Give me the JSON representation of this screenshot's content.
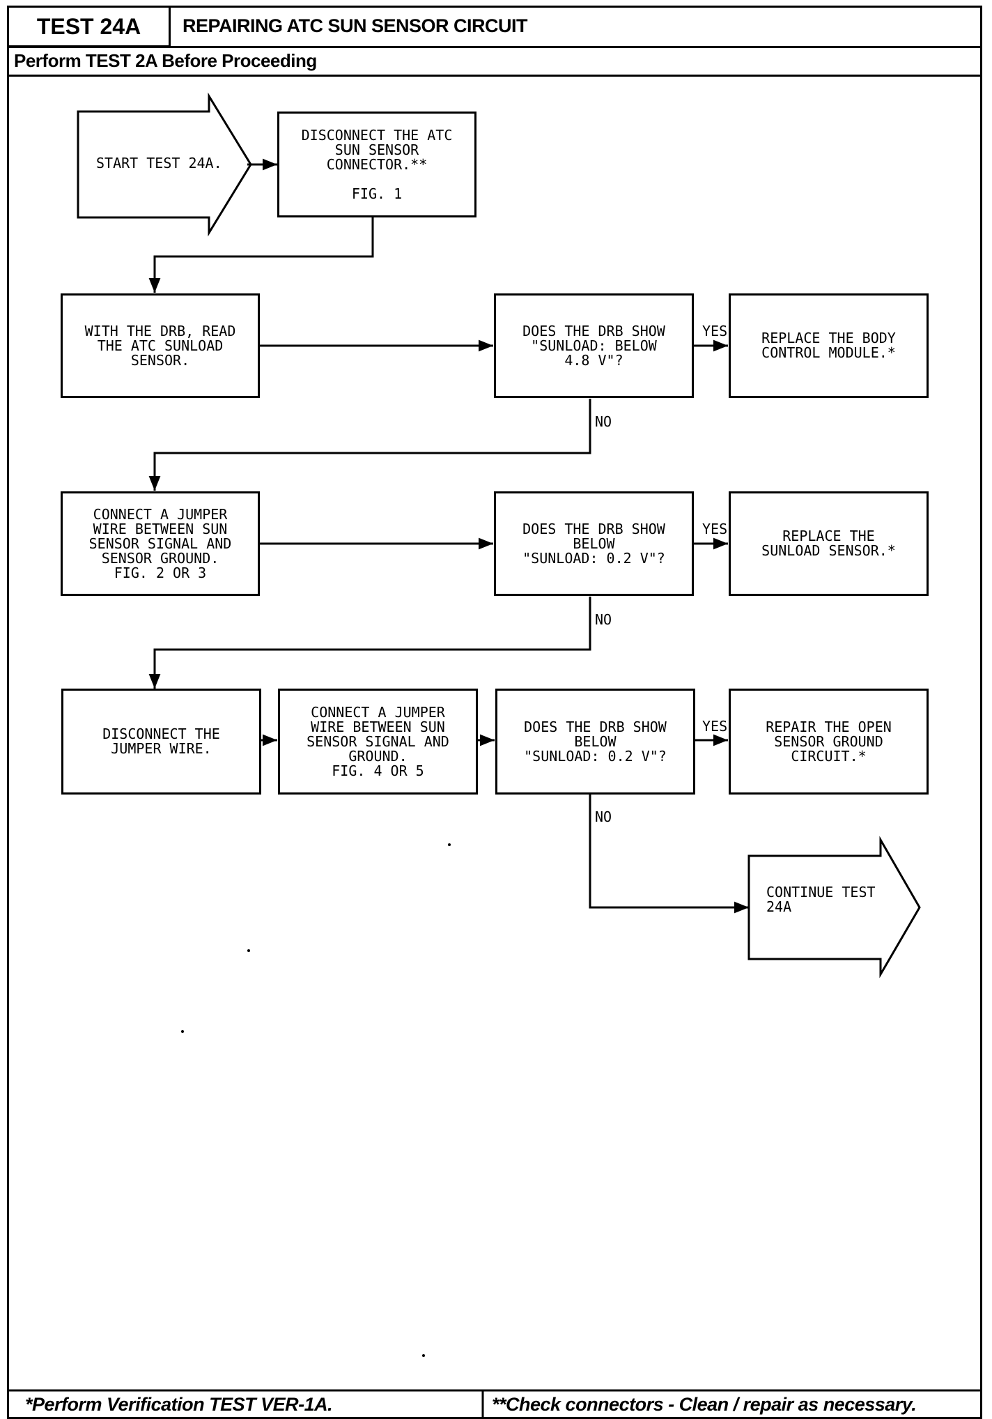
{
  "header": {
    "test_number": "TEST 24A",
    "title": "REPAIRING ATC SUN SENSOR CIRCUIT",
    "prerequisite": "Perform TEST 2A Before Proceeding"
  },
  "flowchart": {
    "start": "START TEST 24A.",
    "step1": "DISCONNECT THE ATC\nSUN SENSOR\nCONNECTOR.**\n\nFIG. 1",
    "step2": "WITH THE DRB, READ\nTHE ATC SUNLOAD\nSENSOR.",
    "q1": "DOES THE DRB SHOW\n\"SUNLOAD: BELOW\n4.8 V\"?",
    "a1": "REPLACE THE BODY\nCONTROL MODULE.*",
    "step3": "CONNECT A JUMPER\nWIRE BETWEEN SUN\nSENSOR SIGNAL AND\nSENSOR GROUND.\nFIG. 2 OR 3",
    "q2": "DOES THE DRB SHOW\nBELOW\n\"SUNLOAD: 0.2 V\"?",
    "a2": "REPLACE THE\nSUNLOAD SENSOR.*",
    "step4": "DISCONNECT THE\nJUMPER WIRE.",
    "step5": "CONNECT A JUMPER\nWIRE BETWEEN SUN\nSENSOR SIGNAL AND\nGROUND.\nFIG. 4 OR 5",
    "q3": "DOES THE DRB SHOW\nBELOW\n\"SUNLOAD: 0.2 V\"?",
    "a3": "REPAIR THE OPEN\nSENSOR GROUND\nCIRCUIT.*",
    "continue": "CONTINUE TEST\n24A",
    "yes_label": "YES",
    "no_label": "NO"
  },
  "footer": {
    "left": "*Perform Verification TEST VER-1A.",
    "right": "**Check connectors - Clean / repair as necessary."
  }
}
